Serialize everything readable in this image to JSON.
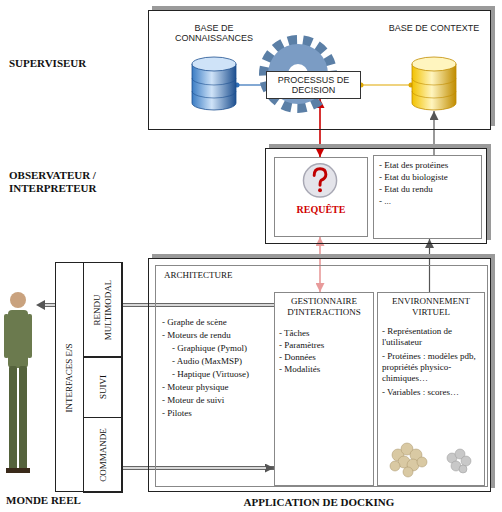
{
  "diagram": {
    "nodes": [
      {
        "text": [
          "SUPERVISEUR"
        ]
      },
      {
        "text": [
          "BASE DE CONNAISSANCES"
        ],
        "in": 0
      },
      {
        "text": [
          "PROCESSUS DE DECISION"
        ],
        "in": 0
      },
      {
        "text": [
          "BASE DE CONTEXTE"
        ],
        "in": 0
      },
      {
        "text": [
          "OBSERVATEUR / INTERPRETEUR"
        ]
      },
      {
        "text": [
          "REQUÊTE"
        ],
        "in": 4
      },
      {
        "text": [
          "- Etat des protéines",
          "- Etat du biologiste",
          "- Etat du rendu",
          "- ..."
        ],
        "in": 4
      },
      {
        "text": [
          "APPLICATION DE DOCKING"
        ]
      },
      {
        "text": [
          "INTERFACES E/S"
        ]
      },
      {
        "text": [
          "RENDU MULTIMODAL"
        ],
        "in": 8
      },
      {
        "text": [
          "SUIVI"
        ],
        "in": 8
      },
      {
        "text": [
          "COMMANDE"
        ],
        "in": 8
      },
      {
        "text": [
          "ARCHITECTURE",
          "- Graphe de scène",
          "- Moteurs de rendu",
          "- Graphique (Pymol)",
          "- Audio (MaxMSP)",
          "- Haptique (Virtuose)",
          "- Moteur physique",
          "- Moteur de suivi",
          "- Pilotes"
        ],
        "in": 7
      },
      {
        "text": [
          "GESTIONNAIRE D'INTERACTIONS",
          "- Tâches",
          "- Paramètres",
          "- Données",
          "- Modalités"
        ],
        "in": 12
      },
      {
        "text": [
          "ENVIRONNEMENT VIRTUEL",
          "- Représentation de l'utilisateur",
          "- Protéines : modèles pdb, propriétés physico-chimiques…",
          "- Variables : scores…"
        ],
        "in": 12
      }
    ],
    "edges": [
      {
        "from": 1,
        "to": 2,
        "arrow": "none"
      },
      {
        "from": 2,
        "to": 3,
        "arrow": "none"
      },
      {
        "from": 5,
        "to": 2,
        "arrow": "both"
      },
      {
        "from": 13,
        "to": 5,
        "arrow": "both"
      },
      {
        "from": 14,
        "to": 6,
        "arrow": "to"
      },
      {
        "from": 6,
        "to": 3,
        "arrow": "to"
      },
      {
        "from": 13,
        "to": 9,
        "arrow": "none"
      },
      {
        "from": 11,
        "to": 13,
        "arrow": "to"
      }
    ],
    "labels": [
      "MONDE REEL"
    ]
  }
}
